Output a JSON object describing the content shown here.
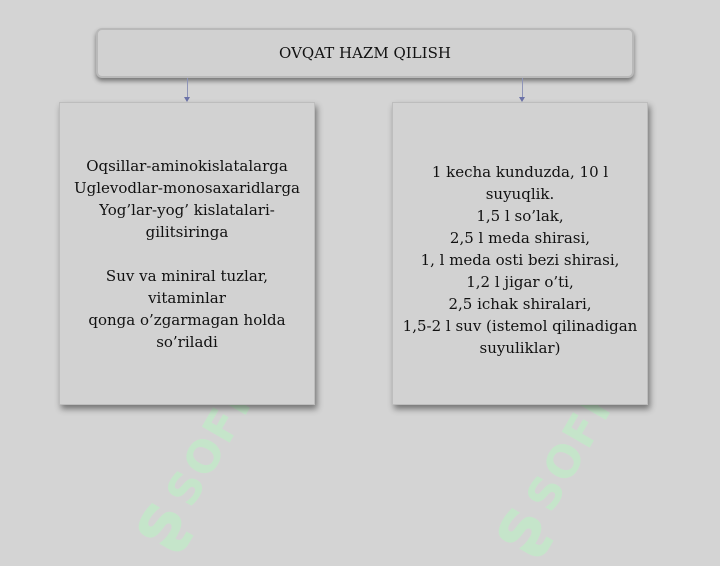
{
  "title": "OVQAT HAZM QILISH",
  "left_panel": {
    "lines": [
      "Oqsillar-aminokislatalarga",
      "Uglevodlar-monosaxaridlarga",
      "Yog’lar-yog’ kislatalari-",
      "gilitsiringa"
    ],
    "paragraph2_lines": [
      "Suv va miniral tuzlar, vitaminlar",
      "qonga o’zgarmagan holda",
      "so’riladi"
    ]
  },
  "right_panel": {
    "lines": [
      "1 kecha kunduzda, 10 l suyuqlik.",
      "1,5 l so’lak,",
      "2,5 l meda shirasi,",
      "1, l meda osti bezi shirasi,",
      "1,2 l jigar o’ti,",
      "2,5 ichak shiralari,",
      "1,5-2 l suv (istemol qilinadigan",
      "suyuliklar)"
    ]
  },
  "watermark": "SOFF",
  "colors": {
    "background": "#d4d4d4",
    "connector": "#6b72a8",
    "watermark": "#c3e9c9"
  }
}
